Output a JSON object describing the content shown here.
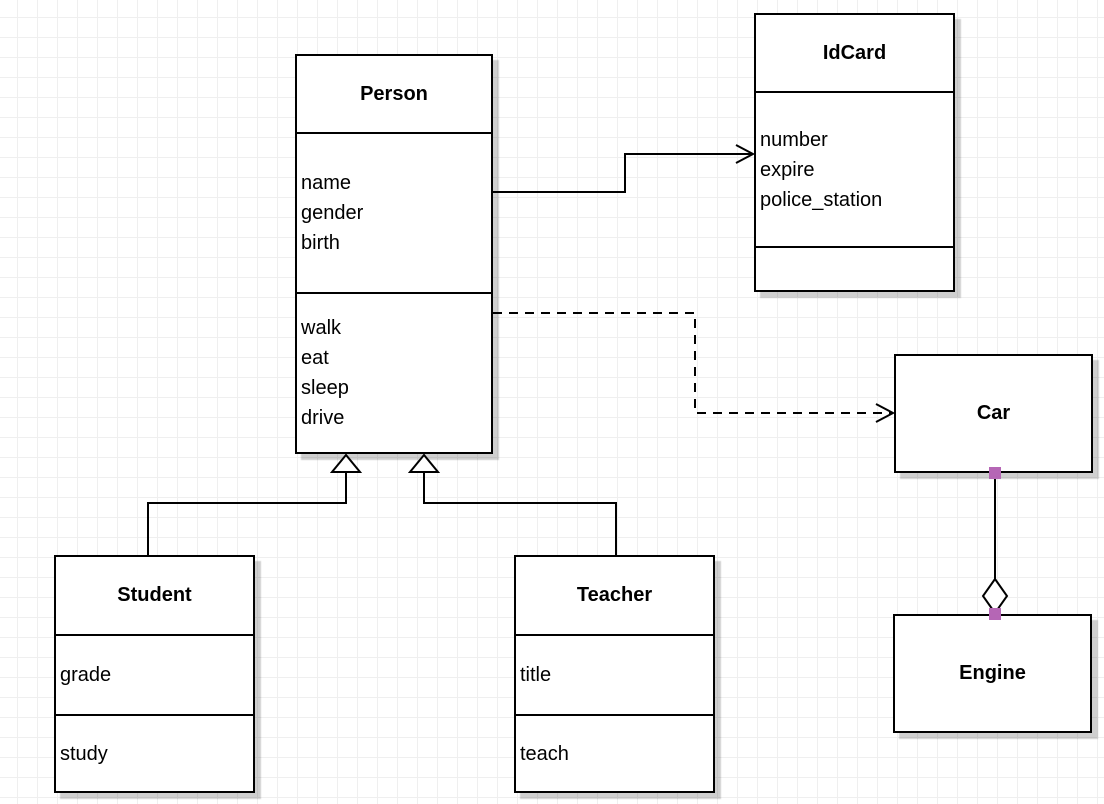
{
  "diagram": {
    "type": "uml-class-diagram",
    "classes": [
      {
        "name": "Person",
        "attributes": [
          "name",
          "gender",
          "birth"
        ],
        "methods": [
          "walk",
          "eat",
          "sleep",
          "drive"
        ]
      },
      {
        "name": "IdCard",
        "attributes": [
          "number",
          "expire",
          "police_station"
        ],
        "methods": []
      },
      {
        "name": "Car",
        "attributes": [],
        "methods": []
      },
      {
        "name": "Engine",
        "attributes": [],
        "methods": []
      },
      {
        "name": "Student",
        "attributes": [
          "grade"
        ],
        "methods": [
          "study"
        ]
      },
      {
        "name": "Teacher",
        "attributes": [
          "title"
        ],
        "methods": [
          "teach"
        ]
      }
    ],
    "relationships": [
      {
        "from": "Person",
        "to": "IdCard",
        "type": "association",
        "line": "solid",
        "end": "open-arrow"
      },
      {
        "from": "Person",
        "to": "Car",
        "type": "dependency",
        "line": "dashed",
        "end": "open-arrow"
      },
      {
        "from": "Student",
        "to": "Person",
        "type": "generalization",
        "line": "solid",
        "end": "hollow-triangle"
      },
      {
        "from": "Teacher",
        "to": "Person",
        "type": "generalization",
        "line": "solid",
        "end": "hollow-triangle"
      },
      {
        "from": "Car",
        "to": "Engine",
        "type": "aggregation",
        "line": "solid",
        "end": "hollow-diamond"
      }
    ],
    "colors": {
      "box_fill": "#ffffff",
      "box_border": "#000000",
      "line": "#000000",
      "grid_line": "#efefef",
      "canvas_bg": "#ffffff",
      "endpoint_handle": "#b566b5"
    }
  }
}
